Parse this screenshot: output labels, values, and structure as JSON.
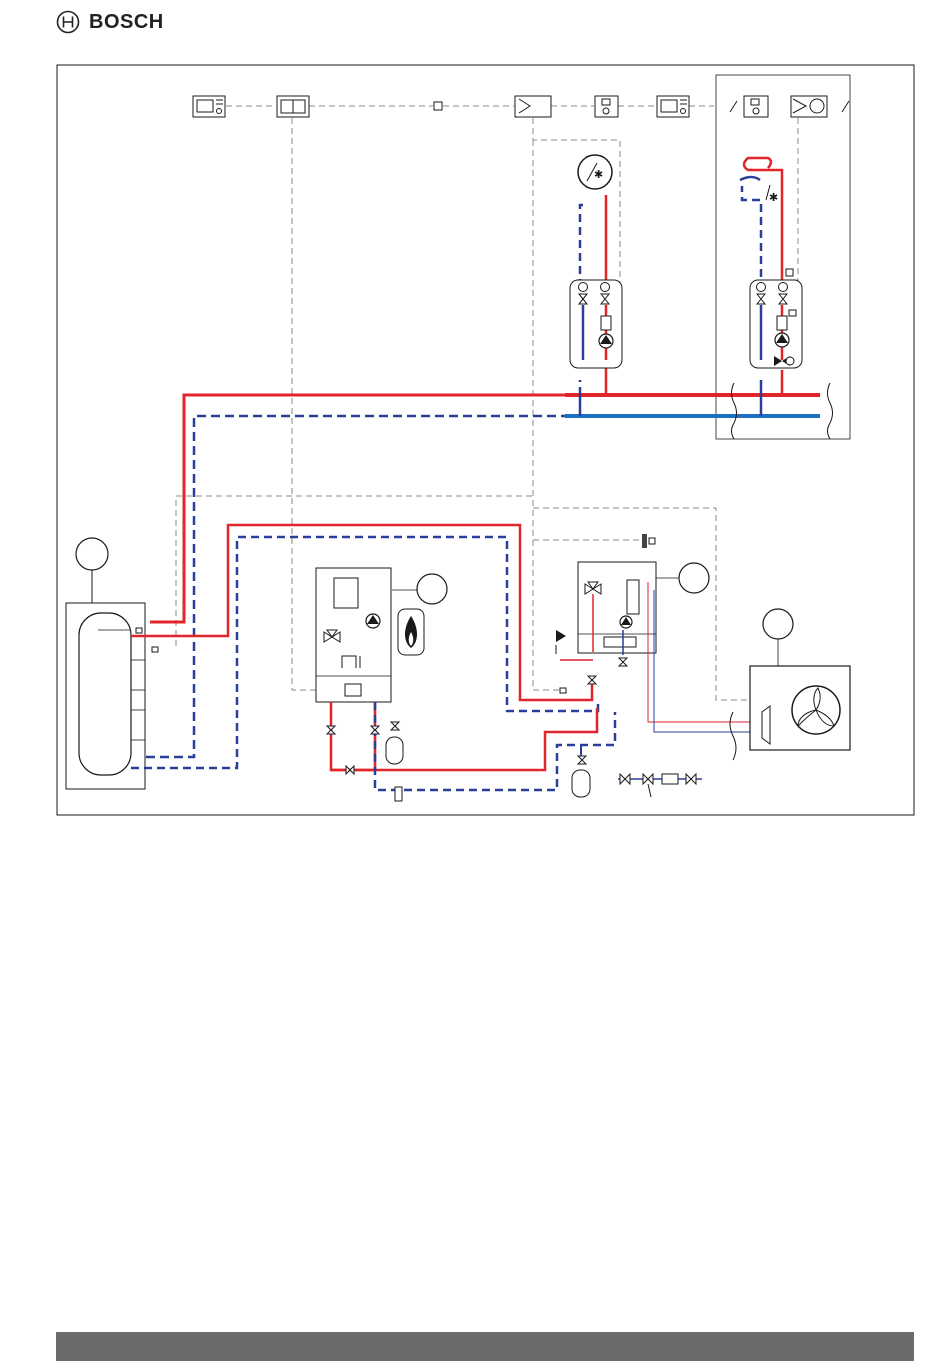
{
  "brand": {
    "name": "BOSCH",
    "icon": "bosch-armature-logo-icon"
  },
  "colors": {
    "flow": "#e2242b",
    "return": "#2b3f99",
    "manifold_return": "#1e6fbf",
    "signal": "#8a8a8a",
    "outline": "#1a1a1a",
    "footer": "#6b6b6b"
  },
  "diagram": {
    "components": [
      "room-controller-icon",
      "control-module-icon",
      "junction-box-icon",
      "amplifier-module-icon",
      "room-sensor-icon",
      "system-controller-icon",
      "zone-sensor-icon",
      "zone-module-icon",
      "outdoor-sensor-icon",
      "heating-circuit-unmixed",
      "heating-circuit-mixed",
      "hot-water-cylinder",
      "gas-boiler",
      "flame-icon",
      "heat-pump-indoor-unit",
      "heat-pump-outdoor-unit",
      "fan-icon",
      "expansion-vessel",
      "safety-group"
    ]
  }
}
